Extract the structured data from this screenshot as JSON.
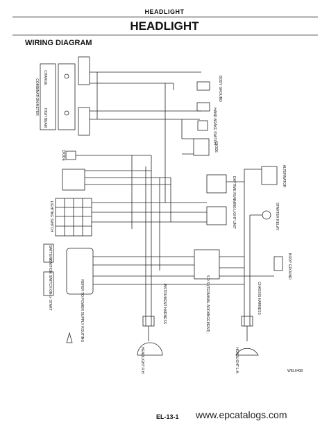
{
  "header": {
    "section_small": "HEADLIGHT",
    "title": "HEADLIGHT",
    "subtitle": "WIRING DIAGRAM"
  },
  "labels": {
    "combination_meter": "COMBINATION METER",
    "high_beam": "HIGH BEAM",
    "charge": "CHARGE",
    "diode": "DIODE",
    "lighting_switch": "LIGHTING SWITCH",
    "battery": "BATTERY",
    "ignition_switch": "IGNITION SWITCH ON or START",
    "fuse_note": "REFER TO POWER SUPPLY ROUTING",
    "body_ground_top": "BODY GROUND",
    "hand_brake_switch": "HAND BRAKE SWITCH",
    "diode_right": "DIODE",
    "daytime_running_light_unit": "DAYTIME RUNNING LIGHT UNIT",
    "alternator": "ALTERNATOR",
    "starter_relay": "STARTER RELAY",
    "body_ground_right": "BODY GROUND",
    "instrument_harness": "INSTRUMENT HARNESS",
    "chassis_harness": "CHASSIS HARNESS",
    "srs_note": "S.R.S (TERMINAL ARRANGEMENT)",
    "headlight_rh": "HEADLIGHT R.H.",
    "headlight_lh": "HEADLIGHT L.H.",
    "diagram_code": "WEL640B"
  },
  "footer": {
    "page": "EL-13-1",
    "url": "www.epcatalogs.com"
  }
}
